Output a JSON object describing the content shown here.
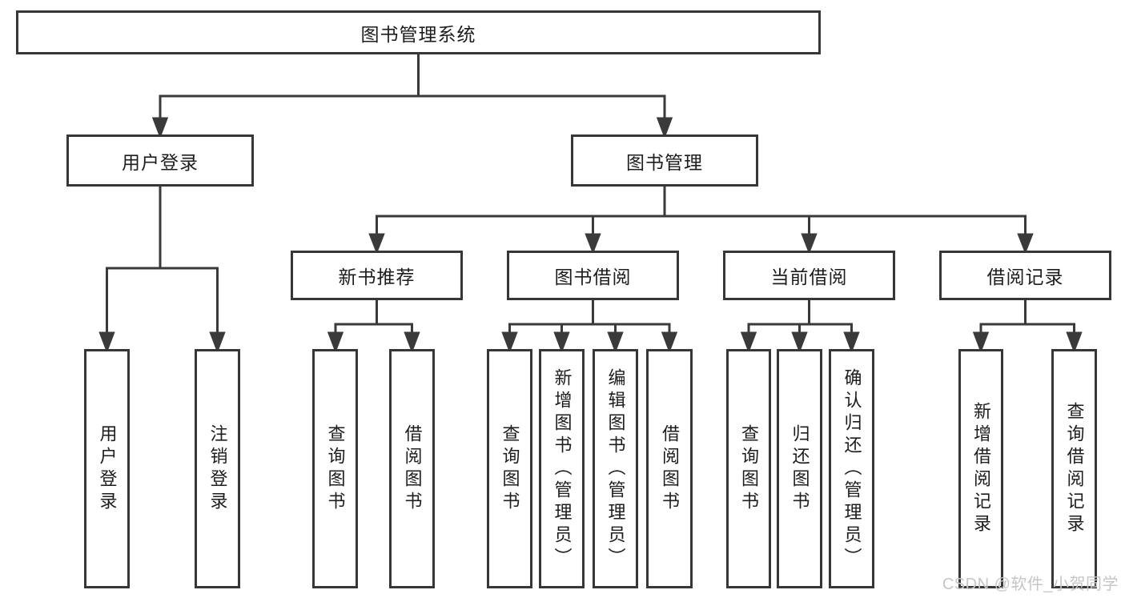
{
  "title": "图书管理系统",
  "branches": {
    "user_login": {
      "label": "用户登录",
      "children": [
        "用户登录",
        "注销登录"
      ]
    },
    "book_management": {
      "label": "图书管理",
      "sections": [
        {
          "label": "新书推荐",
          "children": [
            "查询图书",
            "借阅图书"
          ]
        },
        {
          "label": "图书借阅",
          "children": [
            "查询图书",
            "新增图书（管理员）",
            "编辑图书（管理员）",
            "借阅图书"
          ]
        },
        {
          "label": "当前借阅",
          "children": [
            "查询图书",
            "归还图书",
            "确认归还（管理员）"
          ]
        },
        {
          "label": "借阅记录",
          "children": [
            "新增借阅记录",
            "查询借阅记录"
          ]
        }
      ]
    }
  },
  "colors": {
    "line": "#3a3a3a",
    "box_border": "#373737",
    "text": "#1d1d1d",
    "watermark": "#c6c6c6",
    "background": "#ffffff"
  },
  "watermark": "CSDN @软件_小贺同学"
}
